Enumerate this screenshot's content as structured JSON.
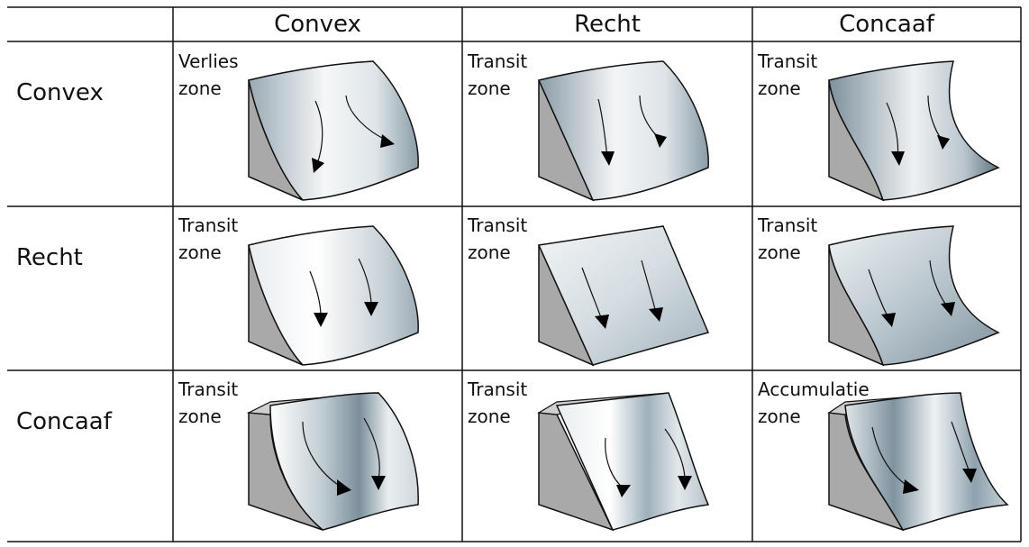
{
  "columns": [
    "Convex",
    "Recht",
    "Concaaf"
  ],
  "rows": [
    "Convex",
    "Recht",
    "Concaaf"
  ],
  "cells": [
    [
      {
        "zone_line1": "Verlies",
        "zone_line2": "zone"
      },
      {
        "zone_line1": "Transit",
        "zone_line2": "zone"
      },
      {
        "zone_line1": "Transit",
        "zone_line2": "zone"
      }
    ],
    [
      {
        "zone_line1": "Transit",
        "zone_line2": "zone"
      },
      {
        "zone_line1": "Transit",
        "zone_line2": "zone"
      },
      {
        "zone_line1": "Transit",
        "zone_line2": "zone"
      }
    ],
    [
      {
        "zone_line1": "Transit",
        "zone_line2": "zone"
      },
      {
        "zone_line1": "Transit",
        "zone_line2": "zone"
      },
      {
        "zone_line1": "Accumulatie",
        "zone_line2": "zone"
      }
    ]
  ],
  "colors": {
    "grid_line": "#111111",
    "side_face": "#a9a9a9",
    "top_face": "#cfcfcf",
    "surface_light": "#f4f6f8",
    "surface_dark": "#6f8592",
    "arrow": "#000000"
  }
}
